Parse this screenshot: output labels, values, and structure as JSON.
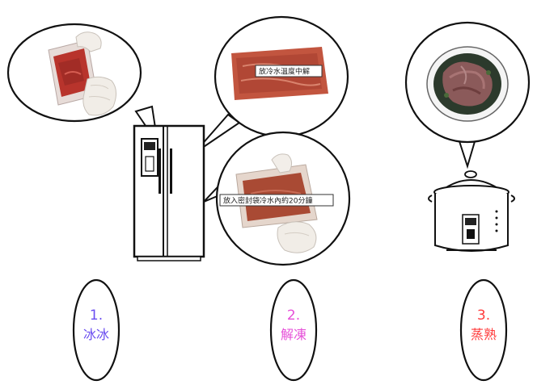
{
  "steps": [
    {
      "number": "1.",
      "label": "冰冰",
      "color": "#6a4df0"
    },
    {
      "number": "2.",
      "label": "解凍",
      "color": "#e64fd8"
    },
    {
      "number": "3.",
      "label": "蒸熟",
      "color": "#ff3b3b"
    }
  ],
  "captions": {
    "fridge_thaw": "放冷水溫度中解",
    "water_thaw": "放入密封袋冷水內約20分鐘"
  },
  "illustrations": {
    "bubble_1": "hand-holding-meat-bag",
    "bubble_2": "thawing-meat-slices",
    "bubble_3": "hands-sealing-bag",
    "bubble_4": "steamed-meat-bowl",
    "fridge": "refrigerator-icon",
    "cooker": "rice-cooker-icon"
  }
}
